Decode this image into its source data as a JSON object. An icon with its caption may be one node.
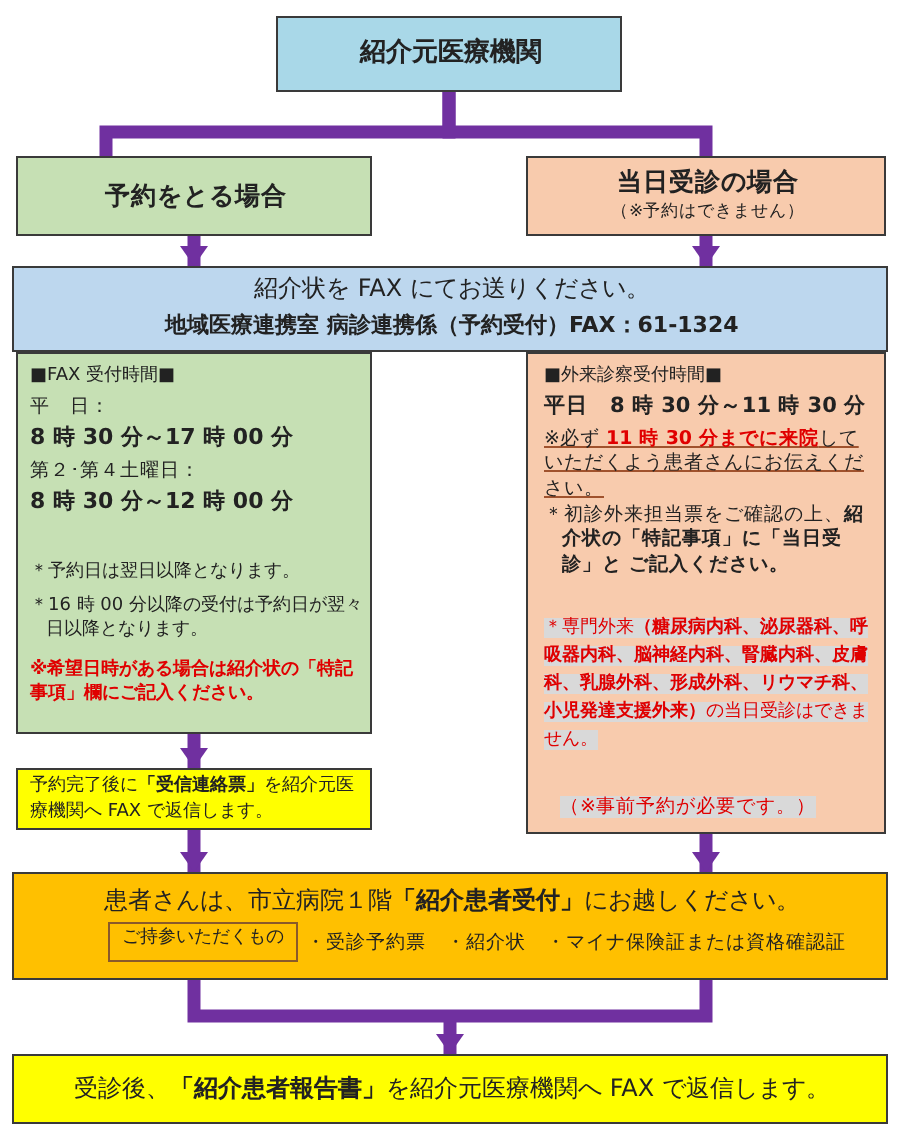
{
  "diagram": {
    "nodes": [
      {
        "text": [
          "紹介元医療機関"
        ]
      },
      {
        "text": [
          "予約をとる場合"
        ]
      },
      {
        "text": [
          "当日受診の場合",
          "（※予約はできません）"
        ]
      },
      {
        "text": [
          "紹介状を FAX にてお送りください。",
          "地域医療連携室 病診連携係（予約受付）FAX：61-1324"
        ]
      },
      {
        "text": [
          "■FAX 受付時間■",
          "平　日：",
          "8 時 30 分～17 時 00 分",
          "第２･第４土曜日：",
          "8 時 30 分～12 時 00 分",
          "＊予約日は翌日以降となります。",
          "＊16 時 00 分以降の受付は予約日が翌々日以降となります。",
          "※希望日時がある場合は紹介状の「特記事項」欄にご記入ください。"
        ]
      },
      {
        "text": [
          "■外来診察受付時間■",
          "平日　8 時 30 分～11 時 30 分",
          "※必ず **11 時 30 分までに来院**していただくよう患者さんにお伝えください。",
          "＊初診外来担当票をご確認の上、**紹介状の「特記事項」に「当日受診」と ご記入ください。**",
          "＊専門外来**（糖尿病内科、泌尿器科、呼吸器内科、脳神経内科、腎臓内科、皮膚科、乳腺外科、形成外科、リウマチ科、小児発達支援外来）**の当日受診はできません。",
          "（※事前予約が必要です。）"
        ]
      },
      {
        "text": [
          "予約完了後に**「受信連絡票」**を紹介元医療機関へ FAX で返信します。"
        ]
      },
      {
        "text": [
          "患者さんは、市立病院１階**「紹介患者受付」**にお越しください。",
          "・受診予約票　・紹介状　・マイナ保険証または資格確認証"
        ]
      },
      {
        "text": [
          "ご持参いただくもの"
        ],
        "in": 7
      },
      {
        "text": [
          "受診後、**「紹介患者報告書」**を紹介元医療機関へ FAX で返信します。"
        ]
      }
    ],
    "edges": [
      {
        "from": 0,
        "to": 1,
        "arrow": "none"
      },
      {
        "from": 0,
        "to": 2,
        "arrow": "none"
      },
      {
        "from": 1,
        "to": 3,
        "arrow": "to"
      },
      {
        "from": 2,
        "to": 3,
        "arrow": "to"
      },
      {
        "from": 4,
        "to": 6,
        "arrow": "to"
      },
      {
        "from": 6,
        "to": 7,
        "arrow": "to"
      },
      {
        "from": 5,
        "to": 7,
        "arrow": "to"
      },
      {
        "from": 7,
        "to": 9,
        "arrow": "to"
      }
    ]
  }
}
